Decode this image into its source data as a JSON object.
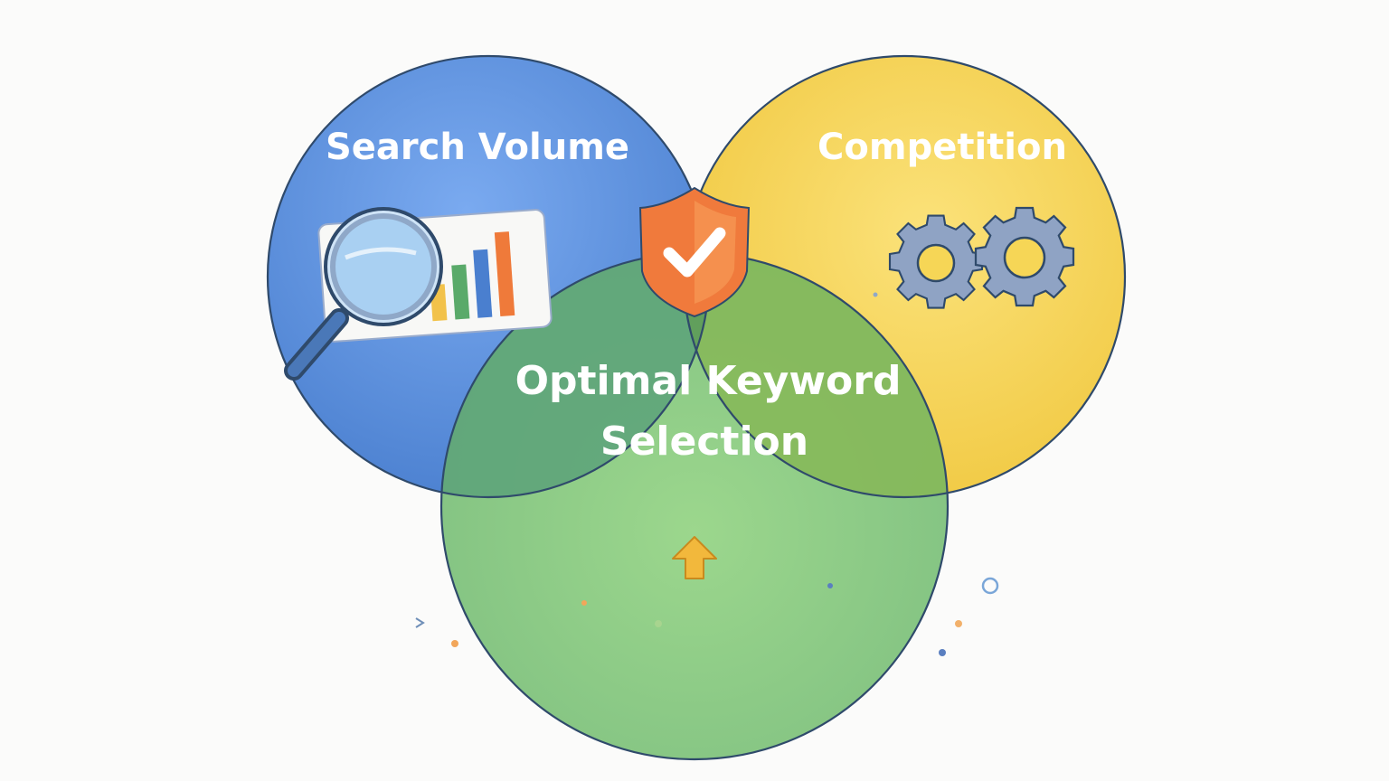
{
  "venn": {
    "circles": [
      {
        "id": "search-volume",
        "label": "Search Volume",
        "color": "#5b93dd"
      },
      {
        "id": "competition",
        "label": "Competition",
        "color": "#f6d656"
      },
      {
        "id": "bottom",
        "label": "",
        "color": "#7cc67a"
      }
    ],
    "center": {
      "line1": "Optimal Keyword",
      "line2": "Selection"
    }
  },
  "icons": {
    "search_volume": "magnifier-chart-icon",
    "competition": "gears-icon",
    "center": "shield-check-icon",
    "bottom": "arrow-up-icon"
  },
  "colors": {
    "outline": "#2f4a6b",
    "shield": "#f07a3c",
    "gear": "#8fa3c4",
    "arrow": "#f2b83c"
  }
}
